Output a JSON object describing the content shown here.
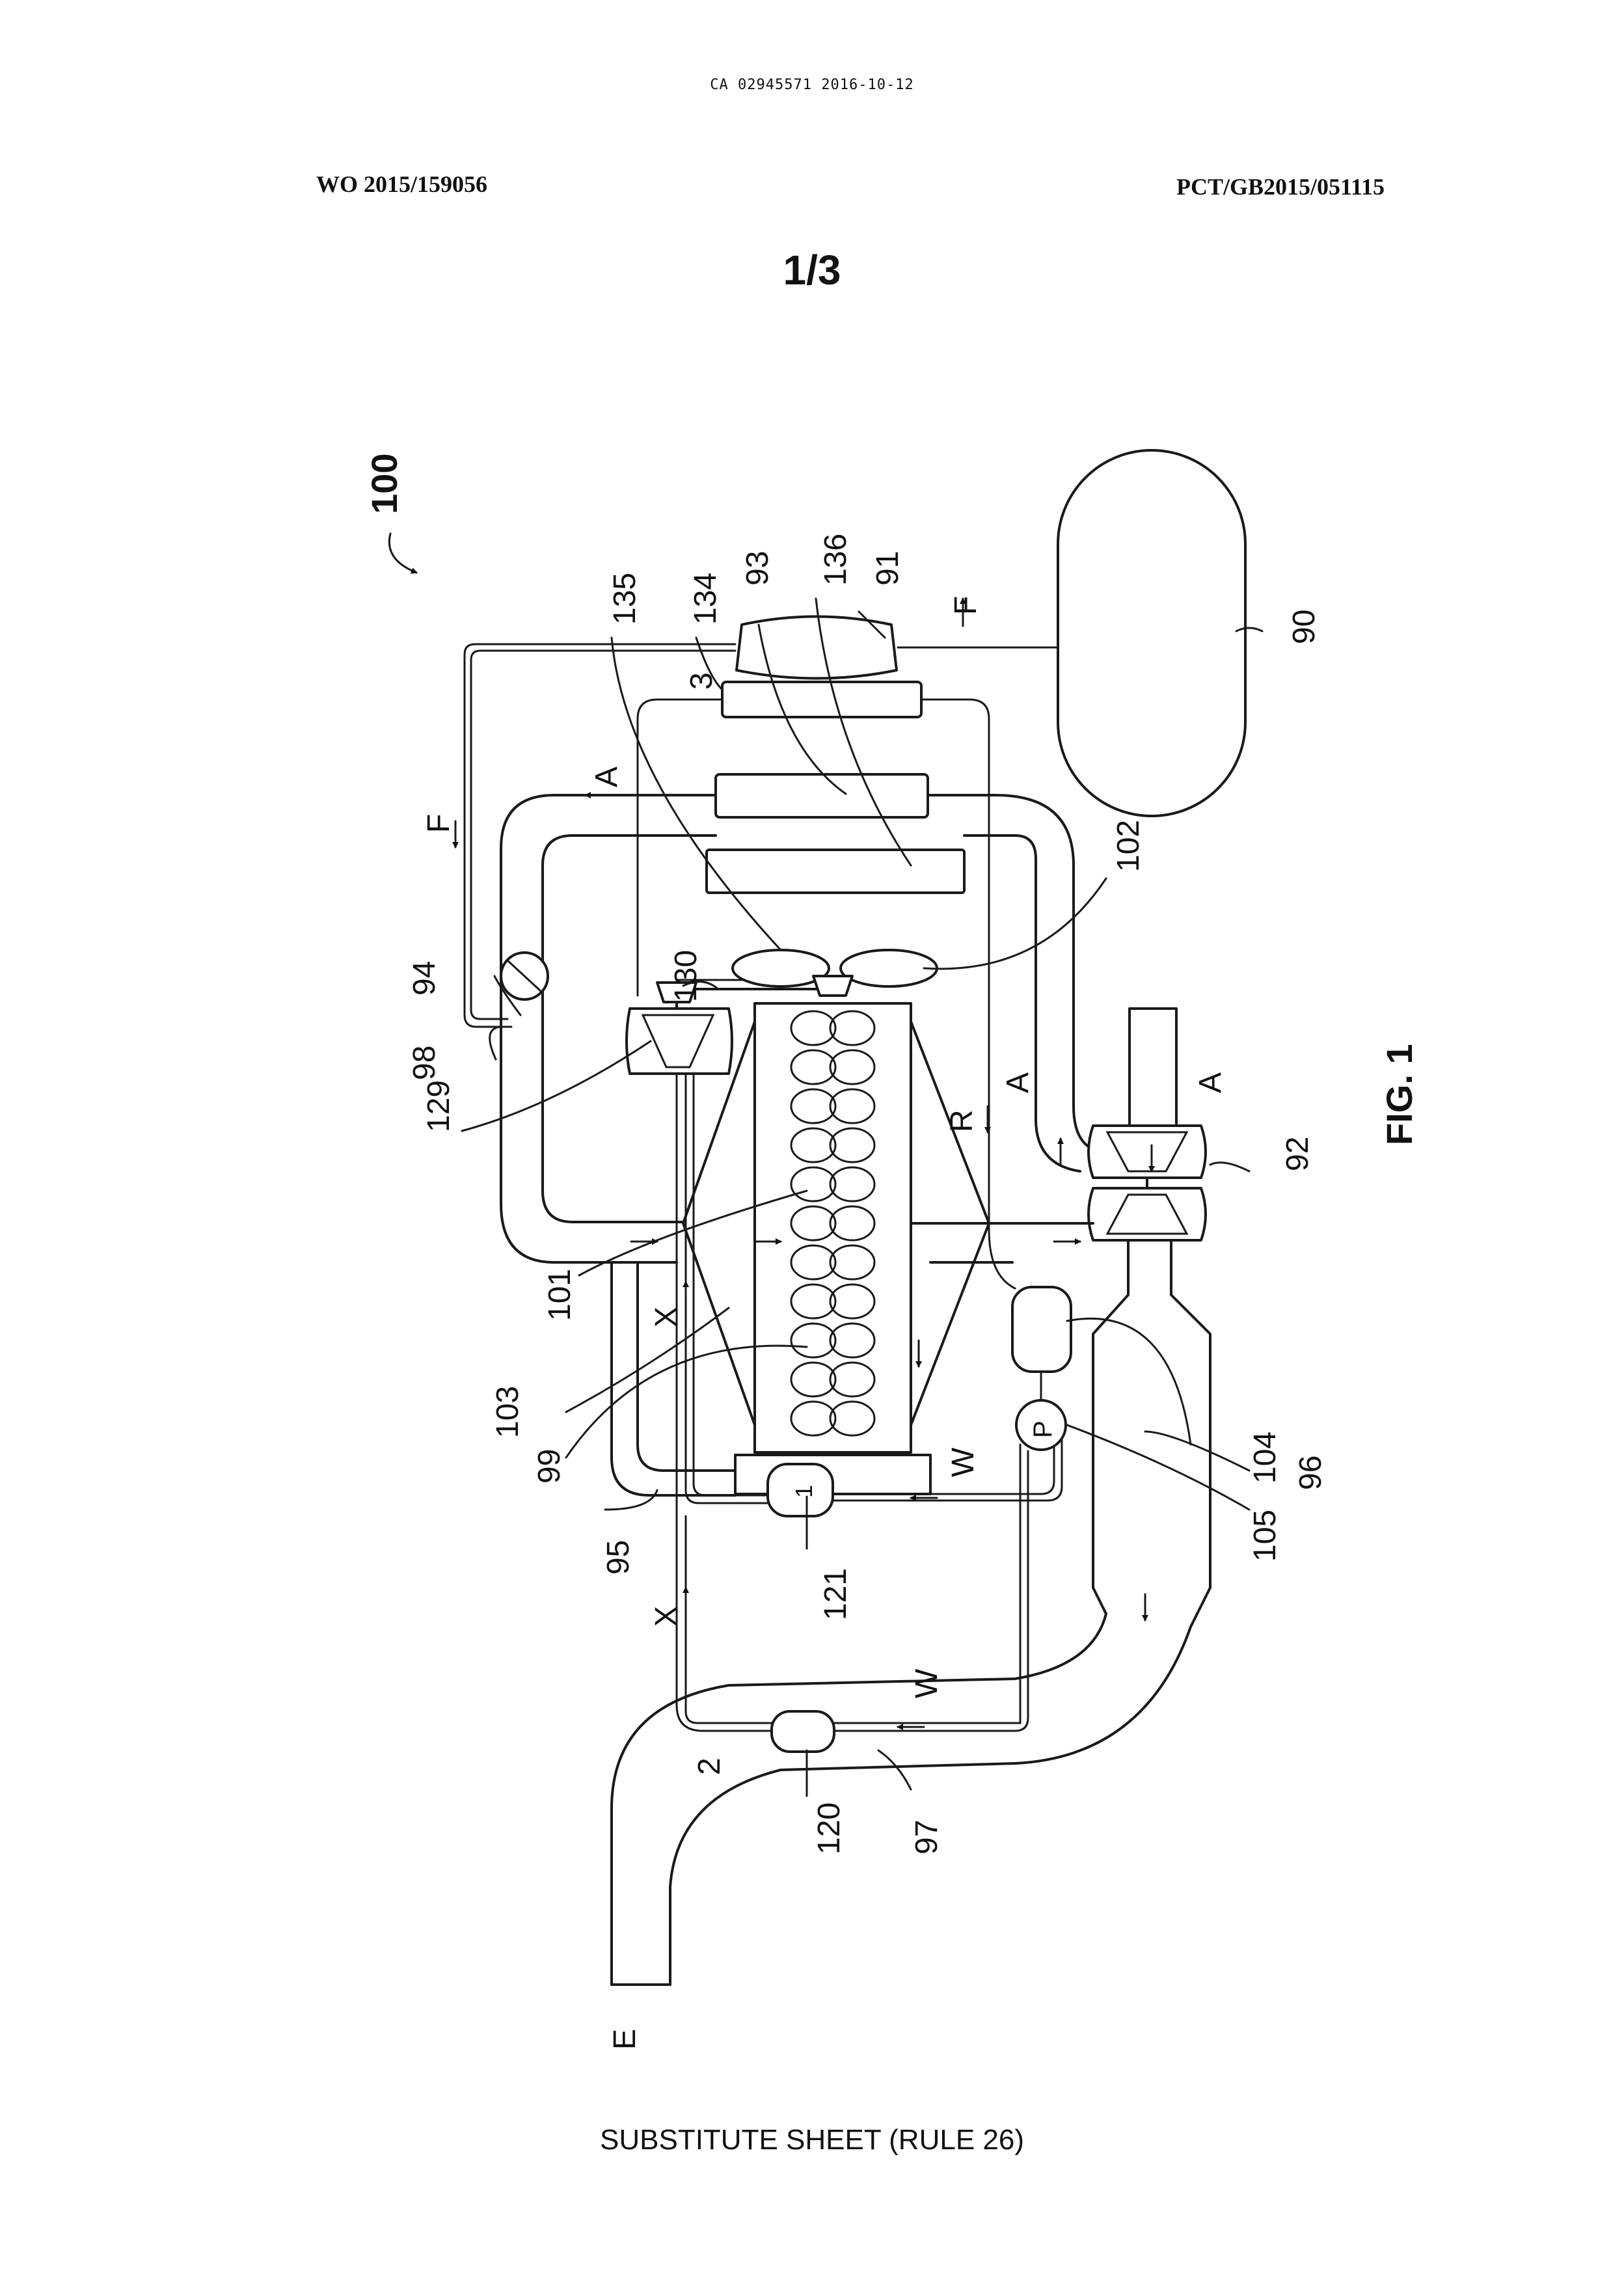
{
  "header": {
    "ca_number": "CA 02945571 2016-10-12",
    "wo_number": "WO 2015/159056",
    "pct_number": "PCT/GB2015/051115",
    "sheet": "1/3"
  },
  "figure": {
    "ref_main": "100",
    "caption": "FIG. 1",
    "refs": {
      "r90": "90",
      "r91": "91",
      "r92": "92",
      "r93": "93",
      "r94": "94",
      "r95": "95",
      "r96": "96",
      "r97": "97",
      "r98": "98",
      "r99": "99",
      "r101": "101",
      "r102": "102",
      "r103": "103",
      "r104": "104",
      "r105": "105",
      "r120": "120",
      "r121": "121",
      "r129": "129",
      "r130": "130",
      "r134": "134",
      "r135": "135",
      "r136": "136"
    },
    "flow_labels": {
      "air_1": "A",
      "air_2": "A",
      "air_3": "A",
      "fuel_1": "F",
      "fuel_2": "F",
      "water_1": "W",
      "water_2": "W",
      "x_1": "X",
      "x_2": "X",
      "exhaust": "E",
      "return": "R",
      "node_1": "1",
      "node_2": "2",
      "node_3": "3",
      "pump": "P"
    }
  },
  "footer": {
    "text": "SUBSTITUTE SHEET (RULE 26)"
  }
}
